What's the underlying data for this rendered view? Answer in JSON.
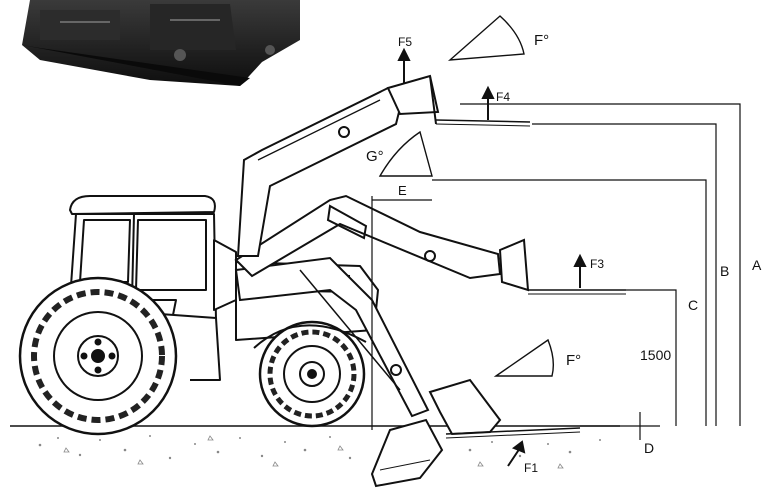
{
  "labels": {
    "f1": "F1",
    "f3": "F3",
    "f4": "F4",
    "f5": "F5",
    "f_angle_top": "F°",
    "f_angle_bottom": "F°",
    "g_angle": "G°",
    "dim_a": "A",
    "dim_b": "B",
    "dim_c": "C",
    "dim_d": "D",
    "dim_e": "E",
    "height_1500": "1500"
  },
  "colors": {
    "line": "#111111",
    "photo_dark": "#1b1b1b",
    "ground_dots": "#777777"
  }
}
